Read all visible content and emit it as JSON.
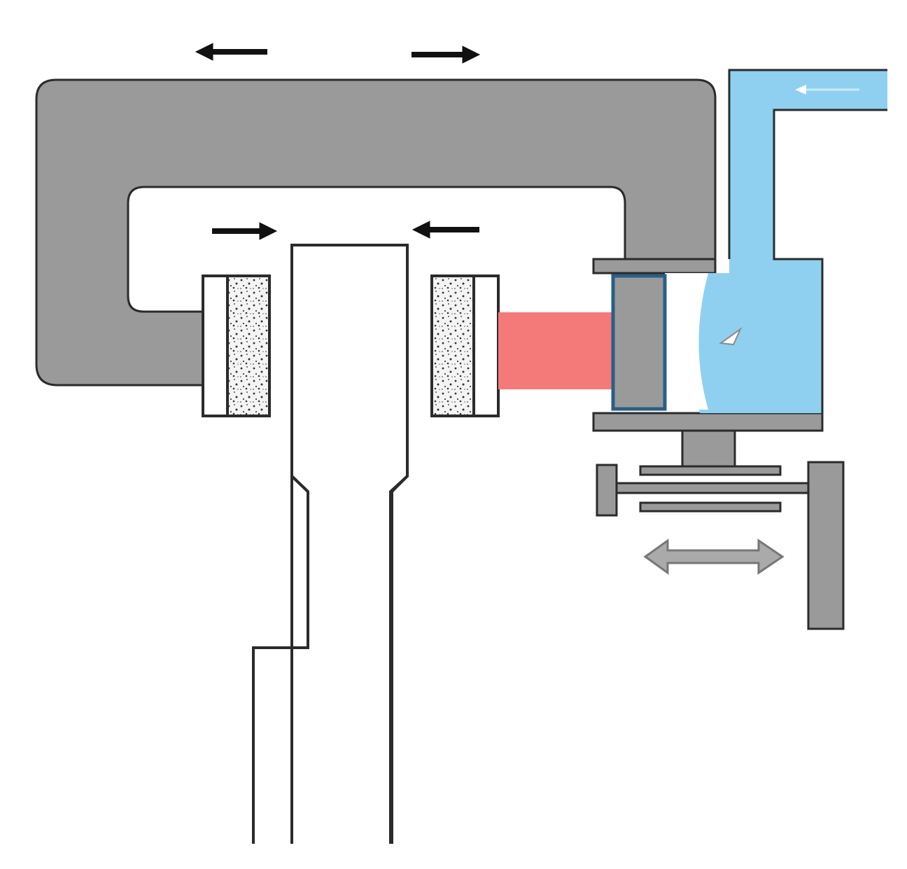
{
  "diagram": {
    "colors": {
      "background": "#ffffff",
      "caliper_gray": "#9a9a9a",
      "outline": "#2b2b2b",
      "brake_fluid": "#8fd0f0",
      "heat_block": "#f47a7a",
      "piston_outline": "#2a5f86",
      "pad_friction": "#f4f4f4",
      "arrow": "#111111",
      "motion_arrow": "#888888"
    },
    "components": [
      "caliper-frame-icon",
      "brake-disc-icon",
      "left-brake-pad-icon",
      "right-brake-pad-icon",
      "heat-block-icon",
      "caliper-piston-icon",
      "fluid-chamber-icon",
      "fluid-inlet-pipe-icon",
      "adjuster-screw-icon",
      "adjuster-lever-icon",
      "double-arrow-icon"
    ],
    "arrows": [
      {
        "name": "top-left-arrow",
        "direction": "left"
      },
      {
        "name": "top-right-arrow",
        "direction": "right"
      },
      {
        "name": "inner-left-arrow",
        "direction": "right"
      },
      {
        "name": "inner-right-arrow",
        "direction": "left"
      },
      {
        "name": "pipe-flow-arrow",
        "direction": "left"
      },
      {
        "name": "lever-motion-arrow",
        "direction": "both"
      }
    ]
  }
}
